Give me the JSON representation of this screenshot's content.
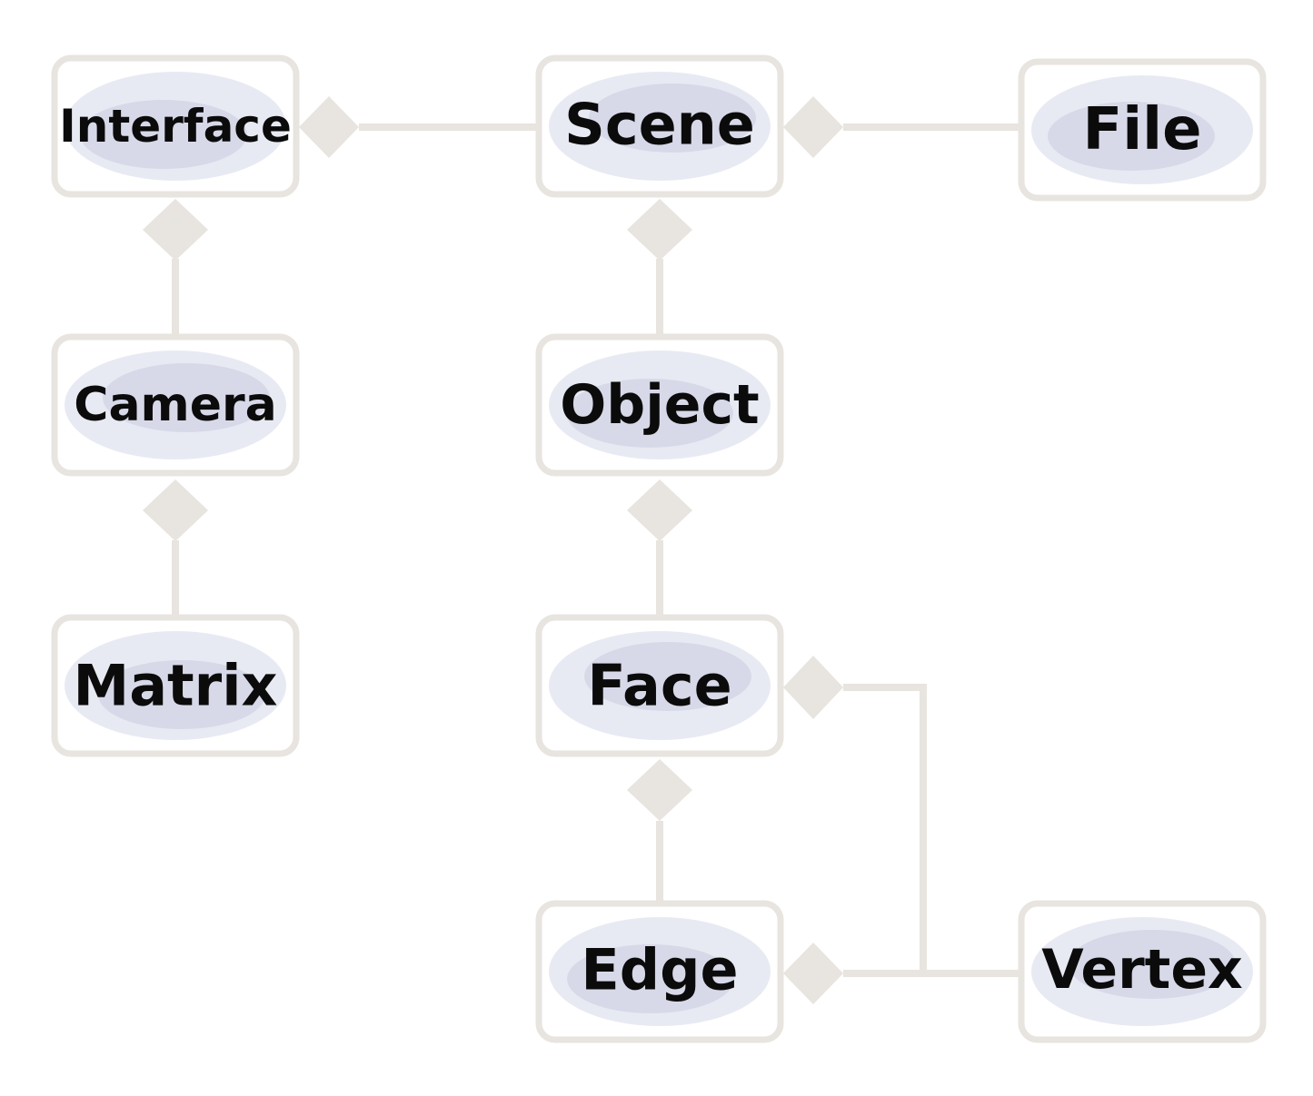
{
  "diagram": {
    "colors": {
      "connector": "#e8e4df",
      "box_border": "#e8e4df",
      "box_texture": "#d3d6e6",
      "label": "#0b0b0b"
    },
    "nodes": {
      "interface": {
        "label": "Interface"
      },
      "scene": {
        "label": "Scene"
      },
      "file": {
        "label": "File"
      },
      "camera": {
        "label": "Camera"
      },
      "object": {
        "label": "Object"
      },
      "matrix": {
        "label": "Matrix"
      },
      "face": {
        "label": "Face"
      },
      "edge": {
        "label": "Edge"
      },
      "vertex": {
        "label": "Vertex"
      }
    },
    "relationships": [
      {
        "type": "composition",
        "whole": "Interface",
        "part": "Scene"
      },
      {
        "type": "composition",
        "whole": "Scene",
        "part": "File"
      },
      {
        "type": "composition",
        "whole": "Interface",
        "part": "Camera"
      },
      {
        "type": "composition",
        "whole": "Camera",
        "part": "Matrix"
      },
      {
        "type": "composition",
        "whole": "Scene",
        "part": "Object"
      },
      {
        "type": "composition",
        "whole": "Object",
        "part": "Face"
      },
      {
        "type": "composition",
        "whole": "Face",
        "part": "Edge"
      },
      {
        "type": "composition",
        "whole": "Face",
        "part": "Vertex"
      },
      {
        "type": "composition",
        "whole": "Edge",
        "part": "Vertex"
      }
    ]
  }
}
